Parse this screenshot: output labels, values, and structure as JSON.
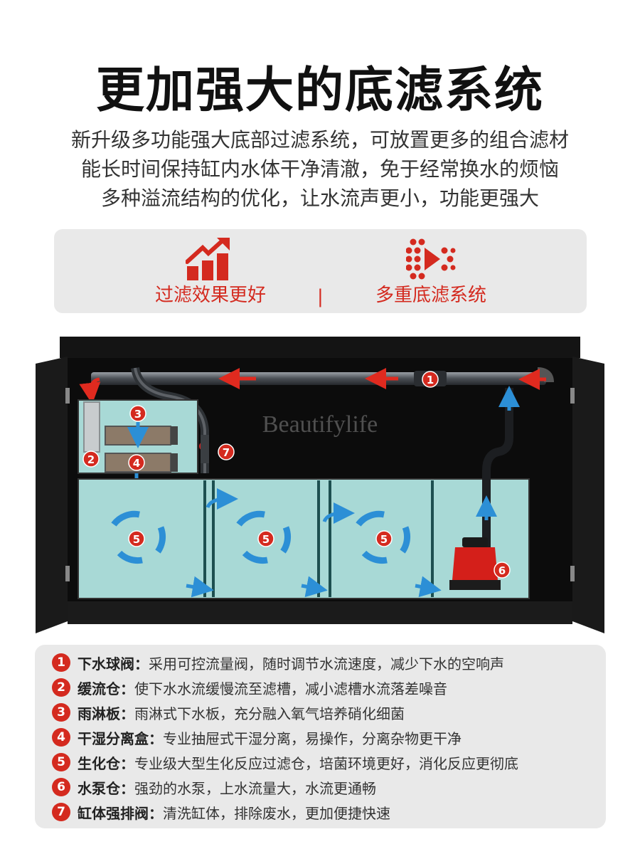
{
  "title": "更加强大的底滤系统",
  "subtitle": [
    "新升级多功能强大底部过滤系统，可放置更多的组合滤材",
    "能长时间保持缸内水体干净清澈，免于经常换水的烦恼",
    "多种溢流结构的优化，让水流声更小，功能更强大"
  ],
  "features": [
    {
      "label": "过滤效果更好",
      "icon": "bar-growth-icon"
    },
    {
      "label": "多重底滤系统",
      "icon": "multi-filter-icon"
    }
  ],
  "divider": "|",
  "watermark": "Beautifylife",
  "diagram": {
    "markers": [
      "1",
      "2",
      "3",
      "4",
      "5",
      "5",
      "5",
      "6",
      "7"
    ]
  },
  "legend": [
    {
      "num": "1",
      "term": "下水球阀：",
      "desc": "采用可控流量阀，随时调节水流速度，减少下水的空响声"
    },
    {
      "num": "2",
      "term": "缓流仓：",
      "desc": "使下水水流缓慢流至滤槽，减小滤槽水流落差噪音"
    },
    {
      "num": "3",
      "term": "雨淋板：",
      "desc": "雨淋式下水板，充分融入氧气培养硝化细菌"
    },
    {
      "num": "4",
      "term": "干湿分离盒：",
      "desc": "专业抽屉式干湿分离，易操作，分离杂物更干净"
    },
    {
      "num": "5",
      "term": "生化仓：",
      "desc": "专业级大型生化反应过滤仓，培菌环境更好，消化反应更彻底"
    },
    {
      "num": "6",
      "term": "水泵仓：",
      "desc": "强劲的水泵，上水流量大，水流更通畅"
    },
    {
      "num": "7",
      "term": "缸体强排阀：",
      "desc": "清洗缸体，排除废水，更加便捷快速"
    }
  ],
  "colors": {
    "accent": "#d42a1f",
    "water": "#a8d9d6",
    "flow": "#2c8fd6",
    "cabinet": "#111111"
  }
}
